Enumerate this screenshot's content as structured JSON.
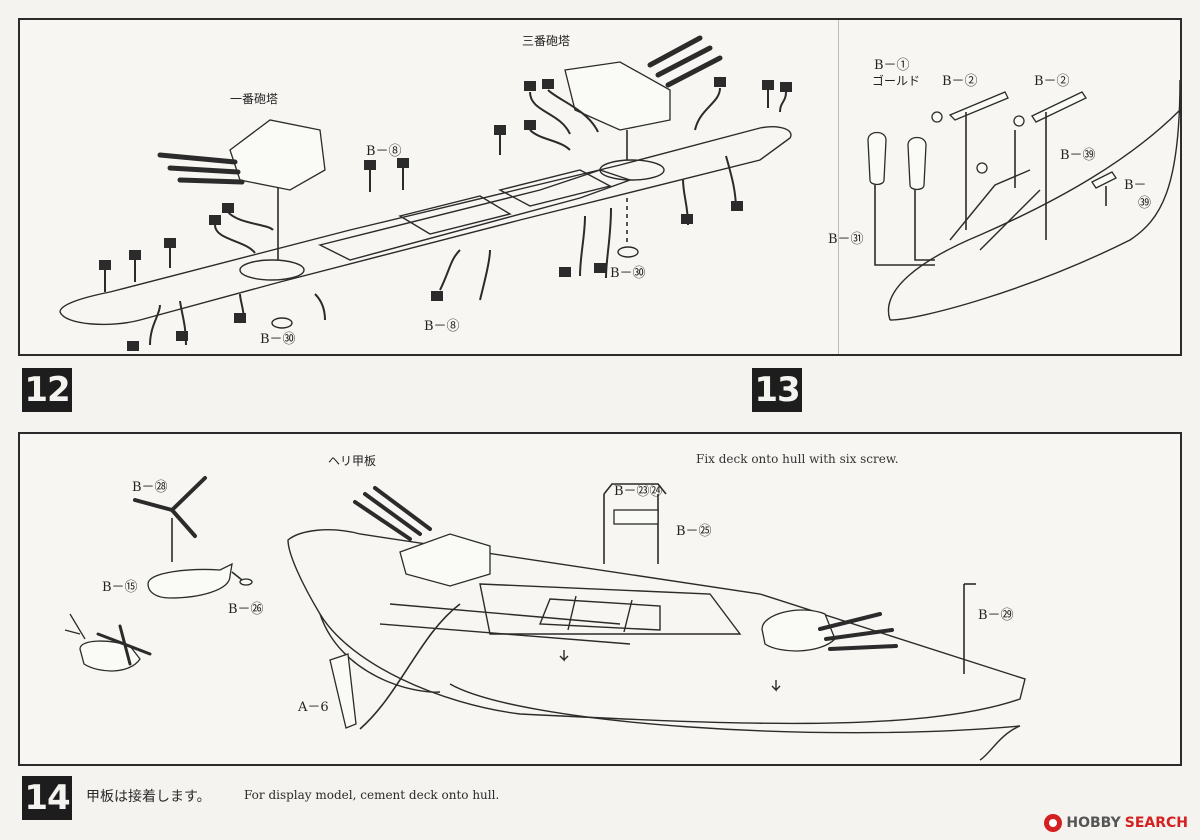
{
  "step12": {
    "number": "12",
    "labels": {
      "turret1": "一番砲塔",
      "turret3": "三番砲塔",
      "b8_top": "B－⑧",
      "b8_bottom": "B－⑧",
      "b30_left": "B－㉚",
      "b30_right": "B－㉚"
    }
  },
  "step13": {
    "number": "13",
    "labels": {
      "b1": "B－①",
      "gold": "ゴールド",
      "b2_a": "B－②",
      "b2_b": "B－②",
      "b39_a": "B－㊴",
      "b39_b": "B－",
      "b39_c": "㊴",
      "b31": "B－㉛"
    }
  },
  "step14": {
    "number": "14",
    "labels": {
      "heli_deck": "ヘリ甲板",
      "b28": "B－㉘",
      "b15": "B－⑮",
      "b26": "B－㉖",
      "a6": "A－6",
      "b2324": "B－㉓㉔",
      "b25": "B－㉕",
      "b29": "B－㉙"
    },
    "note_screw": "Fix deck onto hull with six screw.",
    "caption_jp": "甲板は接着します。",
    "caption_en": "For display model, cement deck onto hull."
  },
  "brand": {
    "name": "HOBBY",
    "search": "SEARCH"
  }
}
